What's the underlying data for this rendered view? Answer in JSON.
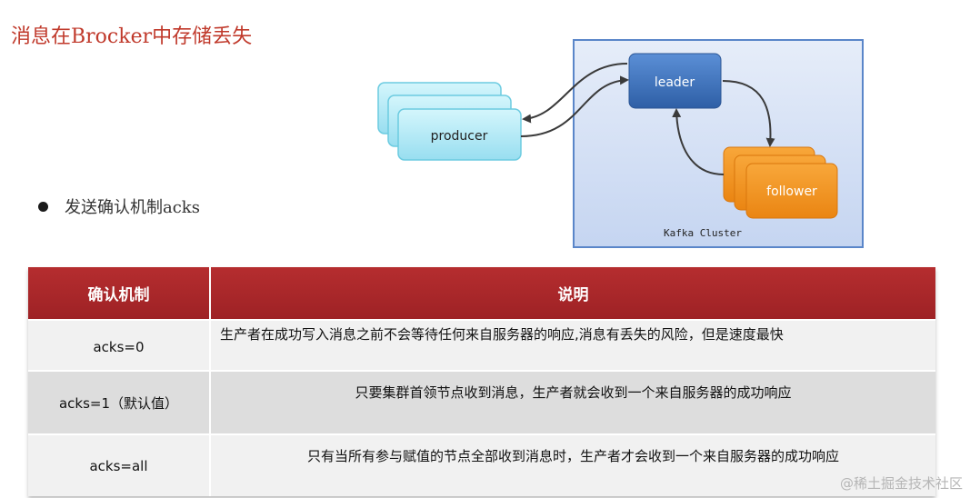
{
  "title": "消息在Brocker中存储丢失",
  "bullet": "发送确认机制acks",
  "diagram": {
    "producer_label": "producer",
    "leader_label": "leader",
    "follower_label": "follower",
    "cluster_label": "Kafka Cluster",
    "colors": {
      "cluster_bg": "#d6e2f7",
      "cluster_border": "#5a86c9",
      "producer": "#aeeaf6",
      "leader": "#3a6fb7",
      "follower": "#f2921e"
    }
  },
  "table": {
    "headers": [
      "确认机制",
      "说明"
    ],
    "rows": [
      [
        "acks=0",
        "生产者在成功写入消息之前不会等待任何来自服务器的响应,消息有丢失的风险，但是速度最快"
      ],
      [
        "acks=1（默认值）",
        "只要集群首领节点收到消息，生产者就会收到一个来自服务器的成功响应"
      ],
      [
        "acks=all",
        "只有当所有参与赋值的节点全部收到消息时，生产者才会收到一个来自服务器的成功响应"
      ]
    ]
  },
  "watermark": "@稀土掘金技术社区"
}
